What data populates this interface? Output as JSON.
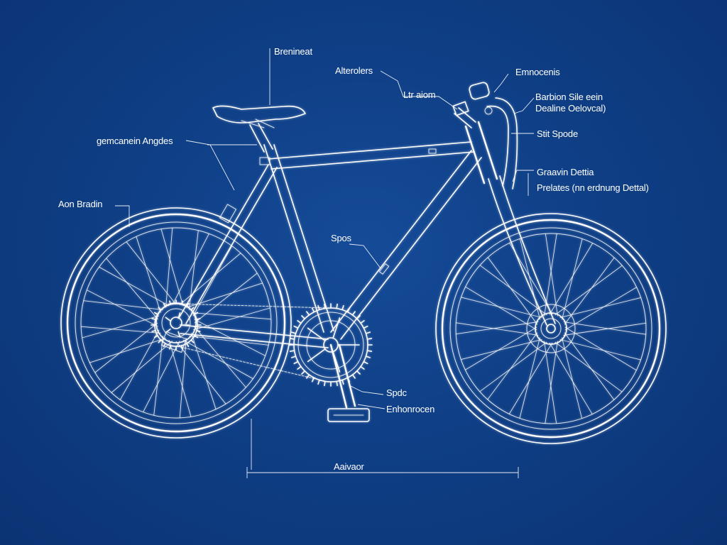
{
  "labels": {
    "top_center": "Brenineat",
    "top_left_small": "Alterolers",
    "top_mid": "Ltr aiom",
    "top_right": "Emnocenis",
    "right_1a": "Barbion Sile eein",
    "right_1b": "Dealine Oelovcal)",
    "right_2": "Stit Spode",
    "right_3a": "Graavin Dettia",
    "right_3b": "Prelates (nn erdnung Dettal)",
    "left_1": "gemcanein Angdes",
    "left_2": "Aon Bradin",
    "center_1": "Spos",
    "bottom_1": "Spdc",
    "bottom_2": "Enhonrocen",
    "dimension": "Aaivaor"
  },
  "colors": {
    "background": "#0d3a80",
    "line": "#ffffff"
  },
  "icons": {
    "diagram": "bicycle-blueprint"
  }
}
